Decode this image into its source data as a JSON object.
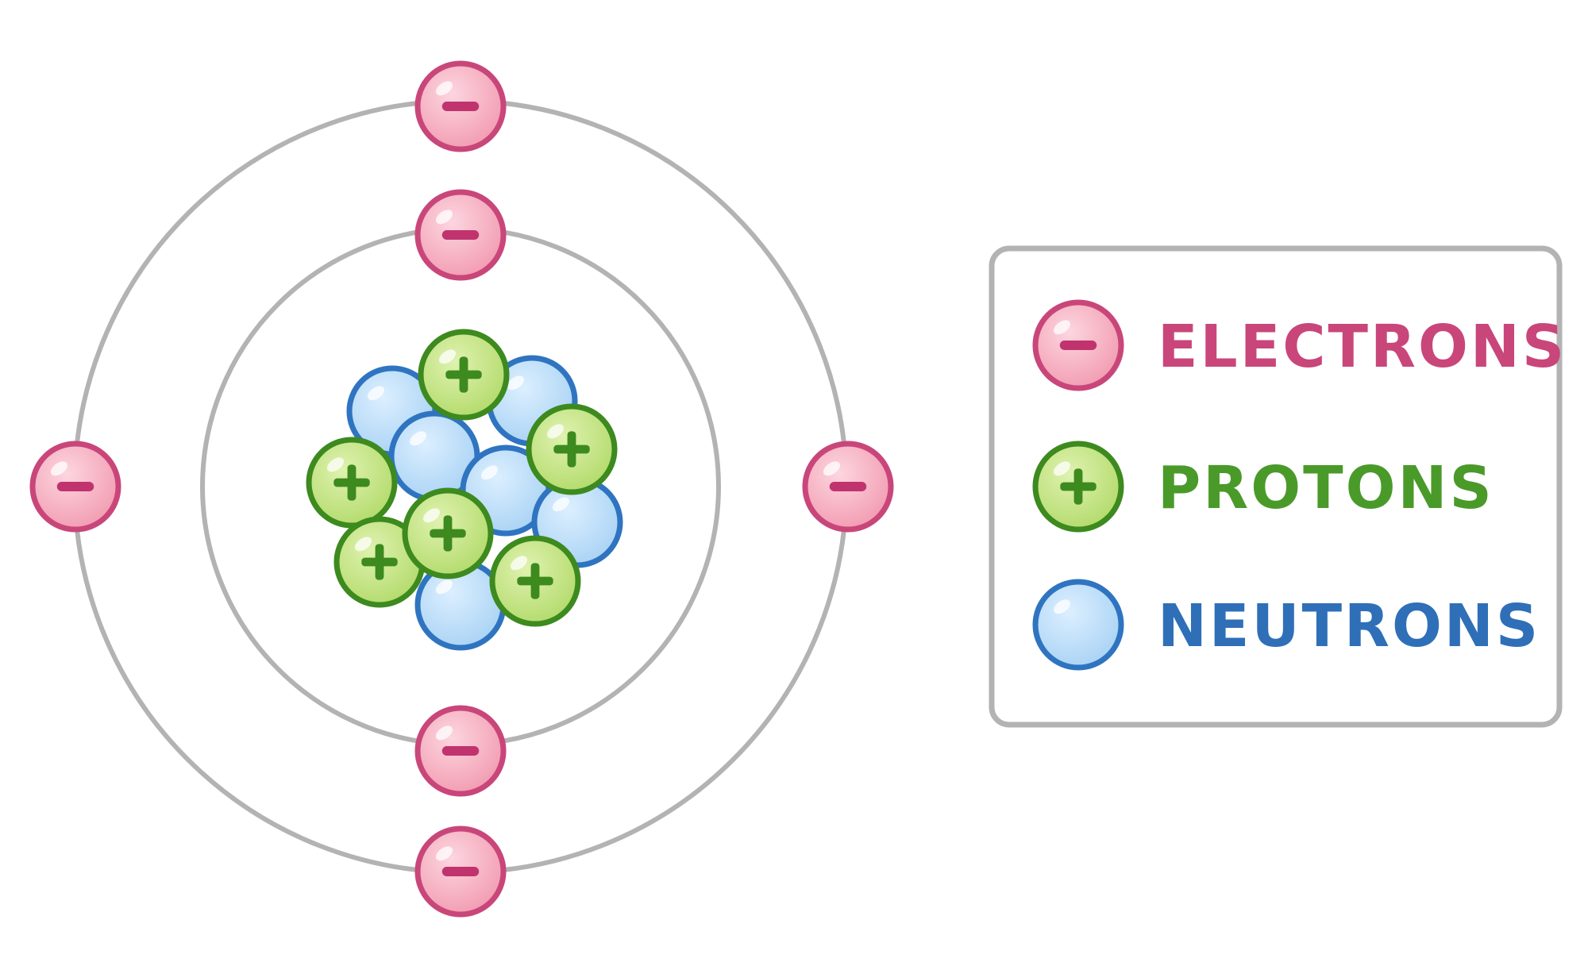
{
  "colors": {
    "electron_fill": "#f4a7b9",
    "electron_stroke": "#c9467a",
    "electron_sign": "#c0336e",
    "proton_fill": "#bde27a",
    "proton_stroke": "#3d8a1f",
    "proton_sign": "#3d8a1f",
    "neutron_fill": "#b8dcf7",
    "neutron_stroke": "#2f74c0",
    "orbit": "#b3b3b3",
    "legend_border": "#b3b3b3"
  },
  "signs": {
    "electron": "−",
    "proton": "+"
  },
  "icons": {
    "electron": "electron-minus-icon",
    "proton": "proton-plus-icon",
    "neutron": "neutron-circle-icon"
  },
  "legend": {
    "items": [
      {
        "key": "electron",
        "label": "ELECTRONS",
        "color": "#c9467a"
      },
      {
        "key": "proton",
        "label": "PROTONS",
        "color": "#4a9a2a"
      },
      {
        "key": "neutron",
        "label": "NEUTRONS",
        "color": "#2f6fb8"
      }
    ]
  },
  "atom": {
    "electrons_inner_shell": 2,
    "electrons_outer_shell": 4,
    "protons": 6,
    "neutrons": 6
  }
}
